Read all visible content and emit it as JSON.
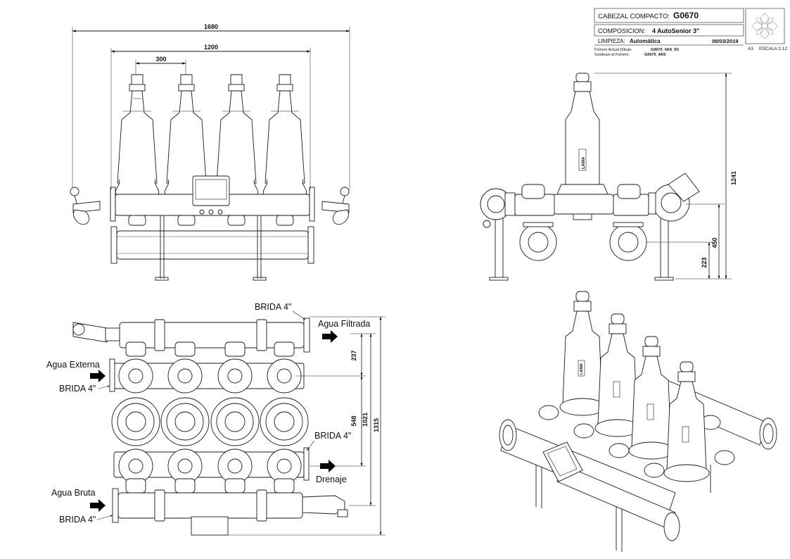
{
  "title_block": {
    "cabezal_label": "CABEZAL COMPACTO:",
    "cabezal_code": "G0670",
    "composicion_label": "COMPOSICION:",
    "composicion_value": "4 AutoSenior 3\"",
    "limpieza_label": "LIMPIEZA:",
    "limpieza_value": "Automática",
    "date": "08/03/2019",
    "fichero_actual_label": "Fichero Actual Dibujo:",
    "fichero_actual_value": "G0670_4AS_R1",
    "sustituye_label": "Sustituye al Fichero:",
    "sustituye_value": "G0670_4AS",
    "sheet_size": "A3",
    "scale": "ESCALA:1:12"
  },
  "front_view": {
    "dim_overall": "1680",
    "dim_flanges": "1200",
    "dim_pitch": "300"
  },
  "side_view": {
    "dim_height": "1241",
    "dim_outlet": "450",
    "dim_inlet": "223",
    "brand": "LAMA"
  },
  "top_view": {
    "brida_top": "BRIDA 4\"",
    "agua_filtrada": "Agua Filtrada",
    "agua_externa": "Agua Externa",
    "brida_left_mid": "BRIDA 4\"",
    "brida_right_mid": "BRIDA 4\"",
    "drenaje": "Drenaje",
    "agua_bruta": "Agua Bruta",
    "brida_bottom": "BRIDA 4\"",
    "dim_237": "237",
    "dim_548": "548",
    "dim_1021": "1021",
    "dim_1315": "1315"
  },
  "iso_view": {
    "brand": "LAMA"
  },
  "colors": {
    "line": "#1a1a1a",
    "arrow": "#000000"
  }
}
